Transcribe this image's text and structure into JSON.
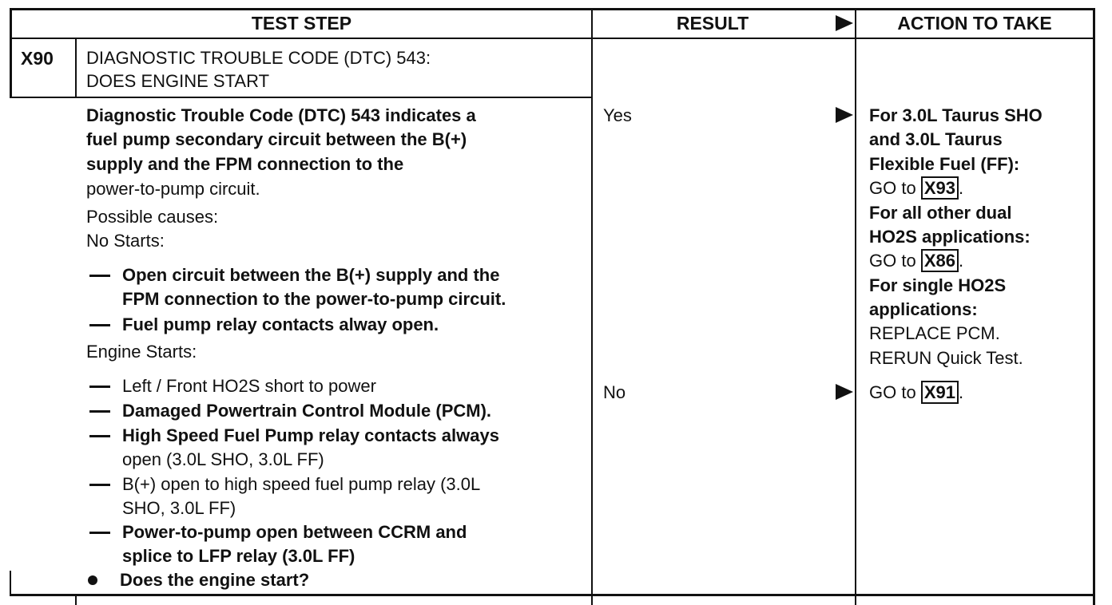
{
  "headers": {
    "test_step": "TEST STEP",
    "result": "RESULT",
    "action": "ACTION TO TAKE"
  },
  "step": {
    "id": "X90",
    "title_line1": "DIAGNOSTIC TROUBLE CODE (DTC) 543:",
    "title_line2": "DOES ENGINE START"
  },
  "description": [
    "Diagnostic Trouble Code (DTC) 543 indicates a",
    "fuel pump secondary circuit between the B(+)",
    "supply and the FPM connection to the",
    "power-to-pump circuit."
  ],
  "possible_causes_label": "Possible causes:",
  "no_starts_label": "No Starts:",
  "no_starts_items": [
    {
      "line1": "Open circuit between the B(+) supply and the",
      "line2": "FPM connection to the power-to-pump circuit."
    },
    {
      "line1": "Fuel pump relay contacts alway open.",
      "line2": ""
    }
  ],
  "engine_starts_label": "Engine Starts:",
  "engine_starts_items": [
    {
      "line1": "Left / Front HO2S short to power",
      "line2": ""
    },
    {
      "line1": "Damaged Powertrain Control Module (PCM).",
      "line2": ""
    },
    {
      "line1": "High Speed Fuel Pump relay contacts always",
      "line2": "open (3.0L SHO, 3.0L FF)"
    },
    {
      "line1": "B(+) open to high speed fuel pump relay (3.0L",
      "line2": "SHO, 3.0L FF)"
    },
    {
      "line1": "Power-to-pump open between CCRM and",
      "line2": "splice to LFP relay (3.0L FF)"
    }
  ],
  "question": "Does the engine start?",
  "results": {
    "yes": "Yes",
    "no": "No"
  },
  "actions_yes": {
    "l1": "For 3.0L Taurus SHO",
    "l2": "and 3.0L Taurus",
    "l3": "Flexible Fuel (FF):",
    "goto1_prefix": "GO to",
    "goto1_ref": "X93",
    "l5": "For all other dual",
    "l6": "HO2S applications:",
    "goto2_prefix": "GO to",
    "goto2_ref": "X86",
    "l8": "For single HO2S",
    "l9": "applications:",
    "l10": "REPLACE PCM.",
    "l11": "RERUN Quick Test."
  },
  "actions_no": {
    "goto_prefix": "GO to",
    "goto_ref": "X91"
  },
  "period": "."
}
